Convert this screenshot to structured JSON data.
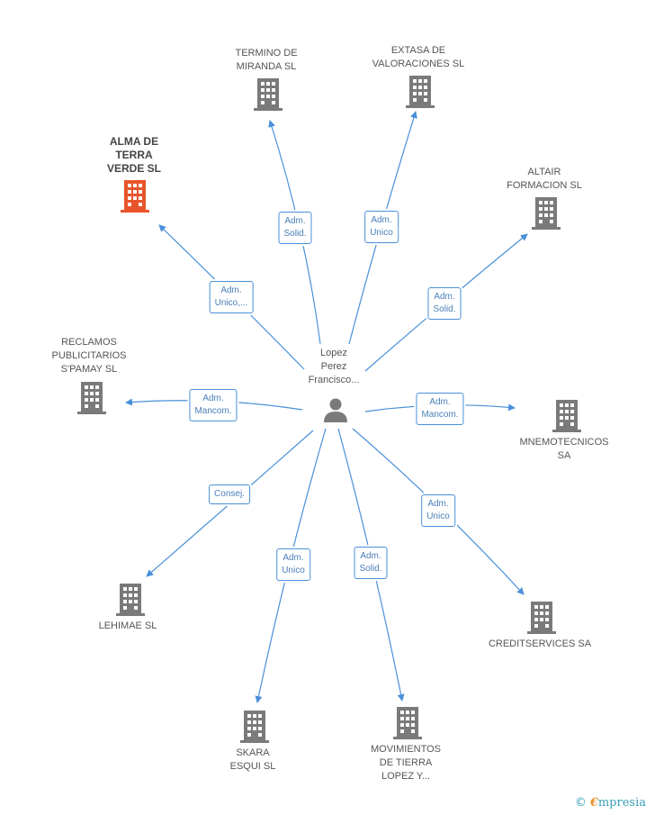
{
  "center": {
    "label": "Lopez\nPerez\nFrancisco..."
  },
  "companies": [
    {
      "id": "termino",
      "label": "TERMINO DE\nMIRANDA SL",
      "role": "Adm.\nSolid.",
      "highlight": false
    },
    {
      "id": "extasa",
      "label": "EXTASA DE\nVALORACIONES SL",
      "role": "Adm.\nUnico",
      "highlight": false
    },
    {
      "id": "alma",
      "label": "ALMA DE\nTERRA\nVERDE SL",
      "role": "Adm.\nUnico,...",
      "highlight": true
    },
    {
      "id": "altair",
      "label": "ALTAIR\nFORMACION SL",
      "role": "Adm.\nSolid.",
      "highlight": false
    },
    {
      "id": "reclamos",
      "label": "RECLAMOS\nPUBLICITARIOS\nS'PAMAY SL",
      "role": "Adm.\nMancom.",
      "highlight": false
    },
    {
      "id": "mnemo",
      "label": "MNEMOTECNICOS SA",
      "role": "Adm.\nMancom.",
      "highlight": false
    },
    {
      "id": "lehimae",
      "label": "LEHIMAE SL",
      "role": "Consej.",
      "highlight": false
    },
    {
      "id": "credit",
      "label": "CREDITSERVICES SA",
      "role": "Adm.\nUnico",
      "highlight": false
    },
    {
      "id": "skara",
      "label": "SKARA\nESQUI SL",
      "role": "Adm.\nUnico",
      "highlight": false
    },
    {
      "id": "movimientos",
      "label": "MOVIMIENTOS\nDE TIERRA\nLOPEZ Y...",
      "role": "Adm.\nSolid.",
      "highlight": false
    }
  ],
  "colors": {
    "edge": "#4a90d9",
    "building": "#7a7a7a",
    "highlight": "#e8552a",
    "person": "#7a7a7a"
  },
  "footer": {
    "copyright": "©",
    "brand_first": "€",
    "brand_rest": "mpresia"
  }
}
